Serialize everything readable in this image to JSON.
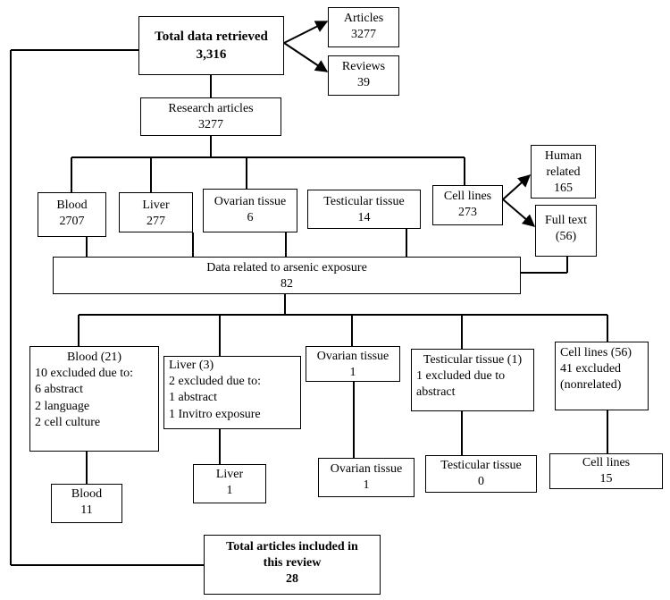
{
  "boxes": {
    "total": {
      "lines": [
        "Total data retrieved",
        "3,316"
      ]
    },
    "articles": {
      "lines": [
        "Articles",
        "3277"
      ]
    },
    "reviews": {
      "lines": [
        "Reviews",
        "39"
      ]
    },
    "research": {
      "lines": [
        "Research articles",
        "3277"
      ]
    },
    "blood1": {
      "lines": [
        "Blood",
        "2707"
      ]
    },
    "liver1": {
      "lines": [
        "Liver",
        "277"
      ]
    },
    "ovarian1": {
      "lines": [
        "Ovarian tissue",
        "6"
      ]
    },
    "testicular1": {
      "lines": [
        "Testicular tissue",
        "14"
      ]
    },
    "cell1": {
      "lines": [
        "Cell lines",
        "273"
      ]
    },
    "human": {
      "lines": [
        "Human",
        "related",
        "165"
      ]
    },
    "fulltext": {
      "lines": [
        "Full text",
        "(56)"
      ]
    },
    "arsenic": {
      "lines": [
        "Data related to arsenic exposure",
        "82"
      ]
    },
    "blood2": {
      "lines": [
        "Blood (21)",
        "10 excluded due to:",
        "6 abstract",
        "2  language",
        "2 cell culture"
      ]
    },
    "liver2": {
      "lines": [
        "Liver (3)",
        "2 excluded due to:",
        "1 abstract",
        "1 Invitro exposure"
      ]
    },
    "ovarian2": {
      "lines": [
        "Ovarian tissue",
        "1"
      ]
    },
    "testicular2": {
      "lines": [
        "Testicular tissue (1)",
        "1 excluded due to",
        "abstract"
      ]
    },
    "cell2": {
      "lines": [
        "Cell lines (56)",
        "41 excluded",
        "(nonrelated)"
      ]
    },
    "blood3": {
      "lines": [
        "Blood",
        "11"
      ]
    },
    "liver3": {
      "lines": [
        "Liver",
        "1"
      ]
    },
    "ovarian3": {
      "lines": [
        "Ovarian tissue",
        "1"
      ]
    },
    "testicular3": {
      "lines": [
        "Testicular tissue",
        "0"
      ]
    },
    "cell3": {
      "lines": [
        "Cell lines",
        "15"
      ]
    },
    "final": {
      "lines": [
        "Total articles included in",
        "this review",
        "28"
      ]
    }
  }
}
